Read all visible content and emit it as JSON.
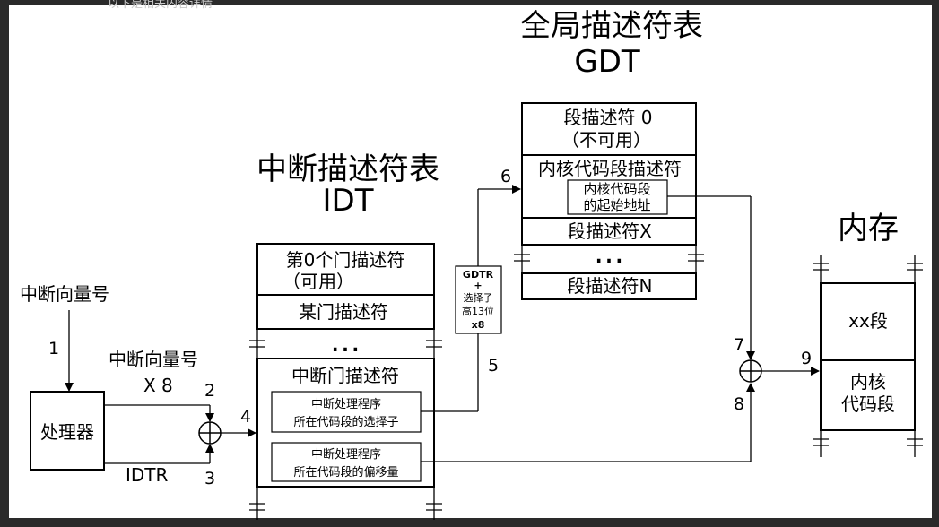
{
  "top_fragment": "以下是相关内容详情",
  "processor": {
    "label": "处理器"
  },
  "vector_input": {
    "label": "中断向量号",
    "step": "1"
  },
  "vector_x8": {
    "line1": "中断向量号",
    "line2": "X 8",
    "step": "2"
  },
  "idtr": {
    "label": "IDTR",
    "step": "3"
  },
  "adder_out_step": "4",
  "idt": {
    "title_line1": "中断描述符表",
    "title_line2": "IDT",
    "entry0_line1": "第0个门描述符",
    "entry0_line2": "（可用）",
    "entry1": "某门描述符",
    "ellipsis": "…",
    "gate_title": "中断门描述符",
    "selector_line1": "中断处理程序",
    "selector_line2": "所在代码段的选择子",
    "offset_line1": "中断处理程序",
    "offset_line2": "所在代码段的偏移量"
  },
  "gdtr_box": {
    "line1": "GDTR",
    "line2": "+",
    "line3": "选择子",
    "line4": "高13位",
    "line5": "x8",
    "step_below": "5",
    "step_above": "6"
  },
  "gdt": {
    "title_line1": "全局描述符表",
    "title_line2": "GDT",
    "entry0_line1": "段描述符 0",
    "entry0_line2": "（不可用）",
    "kernel_line": "内核代码段描述符",
    "base_line1": "内核代码段",
    "base_line2": "的起始地址",
    "entry_x": "段描述符X",
    "ellipsis": "…",
    "entry_n": "段描述符N"
  },
  "adder2": {
    "step_top": "7",
    "step_bottom": "8",
    "step_out": "9"
  },
  "memory": {
    "title": "内存",
    "seg1": "xx段",
    "seg2_line1": "内核",
    "seg2_line2": "代码段"
  }
}
